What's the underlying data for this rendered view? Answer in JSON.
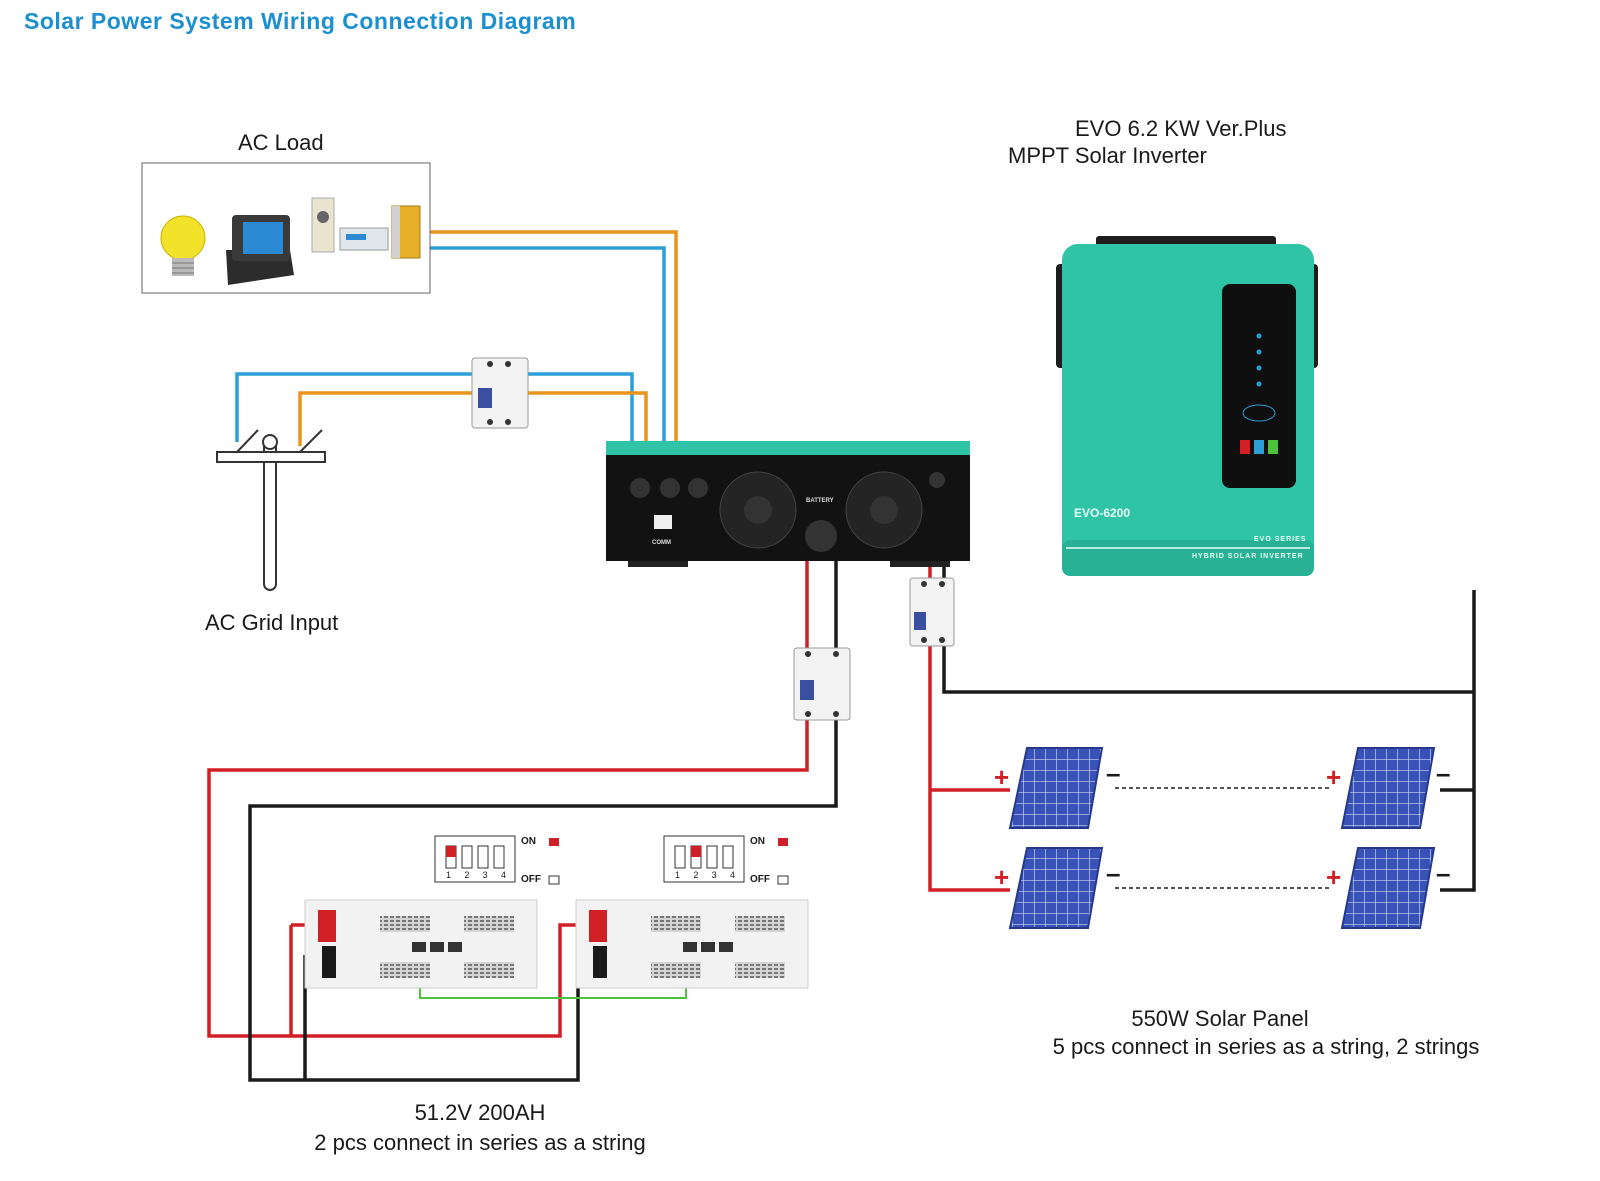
{
  "title": "Solar Power System Wiring Connection Diagram",
  "ac_load": {
    "label": "AC Load"
  },
  "ac_grid": {
    "label": "AC Grid Input"
  },
  "inverter": {
    "title_line1": "EVO 6.2 KW Ver.Plus",
    "title_line2": "MPPT Solar Inverter",
    "model_text": "EVO-6200",
    "series_text": "EVO SERIES",
    "type_text": "HYBRID SOLAR INVERTER",
    "comm_label": "COMM",
    "battery_label": "BATTERY"
  },
  "battery": {
    "line1": "51.2V 200AH",
    "line2": "2 pcs connect in series as a string",
    "dip_on": "ON",
    "dip_off": "OFF",
    "dip_numbers": [
      "1",
      "2",
      "3",
      "4"
    ]
  },
  "solar": {
    "line1": "550W Solar Panel",
    "line2": "5 pcs connect in series as a string, 2 strings"
  },
  "colors": {
    "title": "#1b8fd0",
    "live_wire": "#e8941e",
    "neutral_wire": "#2a9fd8",
    "positive_wire": "#d11f26",
    "negative_wire": "#1a1a1a",
    "comm_wire": "#4cc23a",
    "inverter_body": "#2fc4a6",
    "panel_cell": "#3450b8"
  }
}
